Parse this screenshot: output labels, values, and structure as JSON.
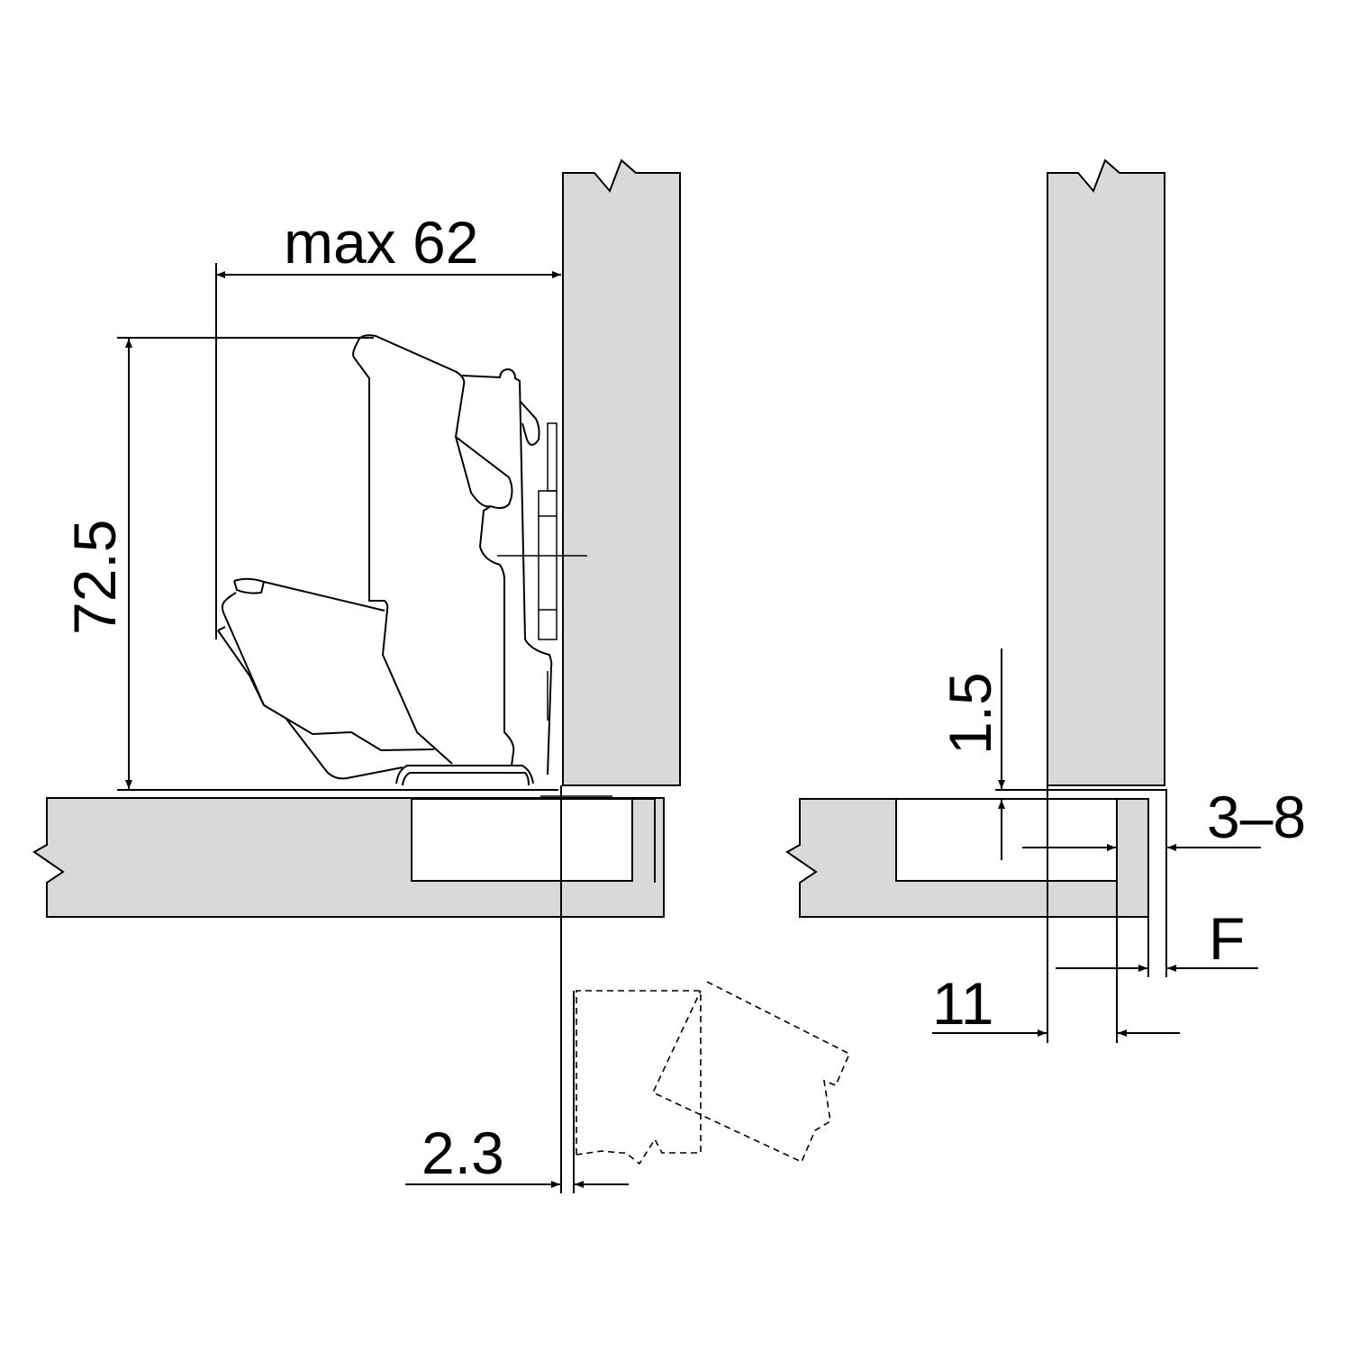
{
  "dimensions": {
    "max_overlay": "max 62",
    "hinge_height": "72.5",
    "gap_top": "1.5",
    "overlay_range": "3–8",
    "overlay_f": "F",
    "cup_distance": "11",
    "offset": "2.3"
  },
  "colors": {
    "panel": "#d9d9d9",
    "line": "#000000"
  }
}
